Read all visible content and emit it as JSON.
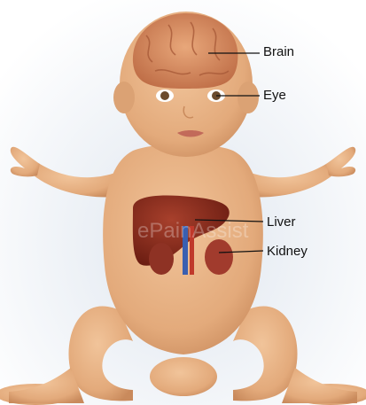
{
  "labels": {
    "brain": "Brain",
    "eye": "Eye",
    "liver": "Liver",
    "kidney": "Kidney"
  },
  "watermark": "ePainAssist",
  "colors": {
    "background": "#ffffff",
    "skin": "#e9b383",
    "skin_shadow": "#c98a5c",
    "brain": "#d98a5e",
    "liver": "#8a2a1c",
    "kidney": "#9c3a2e",
    "leader_line": "#111111"
  }
}
